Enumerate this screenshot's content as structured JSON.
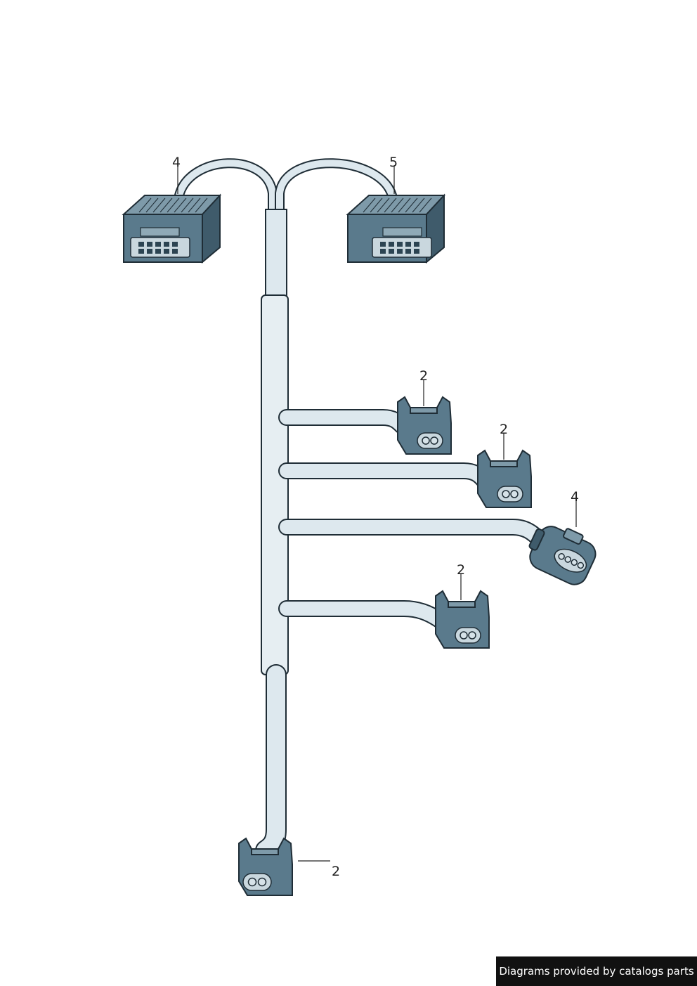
{
  "diagram": {
    "callouts": [
      "4",
      "5",
      "2",
      "2",
      "4",
      "2",
      "2"
    ]
  },
  "footer": {
    "credit": "Diagrams provided by catalogs parts"
  },
  "colors": {
    "connector": "#5a7a8c",
    "wire": "#dde8ee",
    "outline": "#1f2d36",
    "footer_bg": "#111111"
  }
}
